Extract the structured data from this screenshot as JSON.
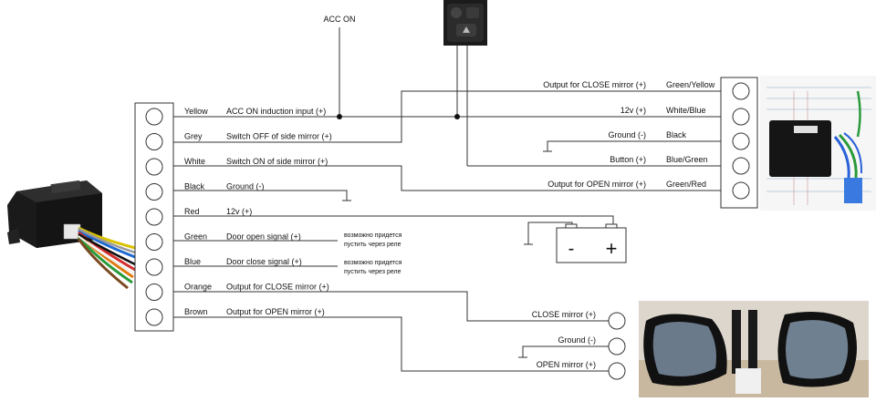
{
  "top_label": "ACC ON",
  "left_connector": [
    {
      "color": "Yellow",
      "function": "ACC ON induction input (+)"
    },
    {
      "color": "Grey",
      "function": "Switch OFF of side mirror (+)"
    },
    {
      "color": "White",
      "function": "Switch ON of side mirror (+)"
    },
    {
      "color": "Black",
      "function": "Ground (-)"
    },
    {
      "color": "Red",
      "function": "12v (+)"
    },
    {
      "color": "Green",
      "function": "Door open signal (+)"
    },
    {
      "color": "Blue",
      "function": "Door close signal (+)"
    },
    {
      "color": "Orange",
      "function": "Output for CLOSE mirror (+)"
    },
    {
      "color": "Brown",
      "function": "Output for OPEN mirror (+)"
    }
  ],
  "relay_notes": [
    {
      "line1": "возможно придется",
      "line2": "пустить через реле"
    },
    {
      "line1": "возможно придется",
      "line2": "пустить через реле"
    }
  ],
  "right_connector": [
    {
      "function": "Output for CLOSE mirror (+)",
      "color": "Green/Yellow"
    },
    {
      "function": "12v (+)",
      "color": "White/Blue"
    },
    {
      "function": "Ground (-)",
      "color": "Black"
    },
    {
      "function": "Button (+)",
      "color": "Blue/Green"
    },
    {
      "function": "Output for OPEN mirror (+)",
      "color": "Green/Red"
    }
  ],
  "battery": {
    "minus": "-",
    "plus": "+"
  },
  "mirror_connector": [
    {
      "label": "CLOSE mirror (+)"
    },
    {
      "label": "Ground (-)"
    },
    {
      "label": "OPEN mirror (+)"
    }
  ]
}
